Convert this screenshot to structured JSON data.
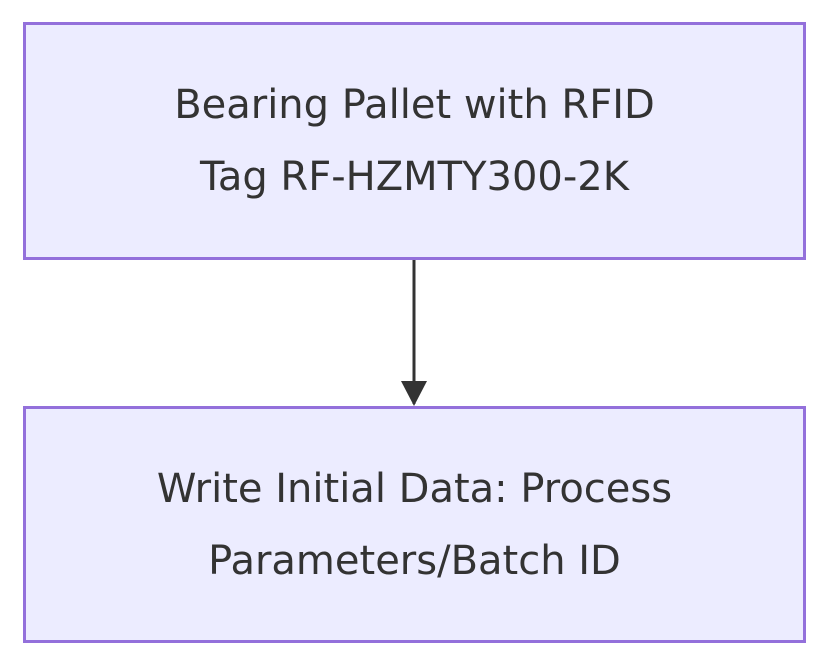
{
  "diagram": {
    "nodes": [
      {
        "id": "pallet",
        "lines": [
          "Bearing Pallet with RFID",
          "Tag RF-HZMTY300-2K"
        ]
      },
      {
        "id": "write-data",
        "lines": [
          "Write Initial Data: Process",
          "Parameters/Batch ID"
        ]
      }
    ],
    "edges": [
      {
        "from": "pallet",
        "to": "write-data",
        "label": ""
      }
    ]
  },
  "colors": {
    "node_fill": "#ECECFF",
    "node_stroke": "#9370DB",
    "edge": "#333333",
    "text": "#333333"
  }
}
